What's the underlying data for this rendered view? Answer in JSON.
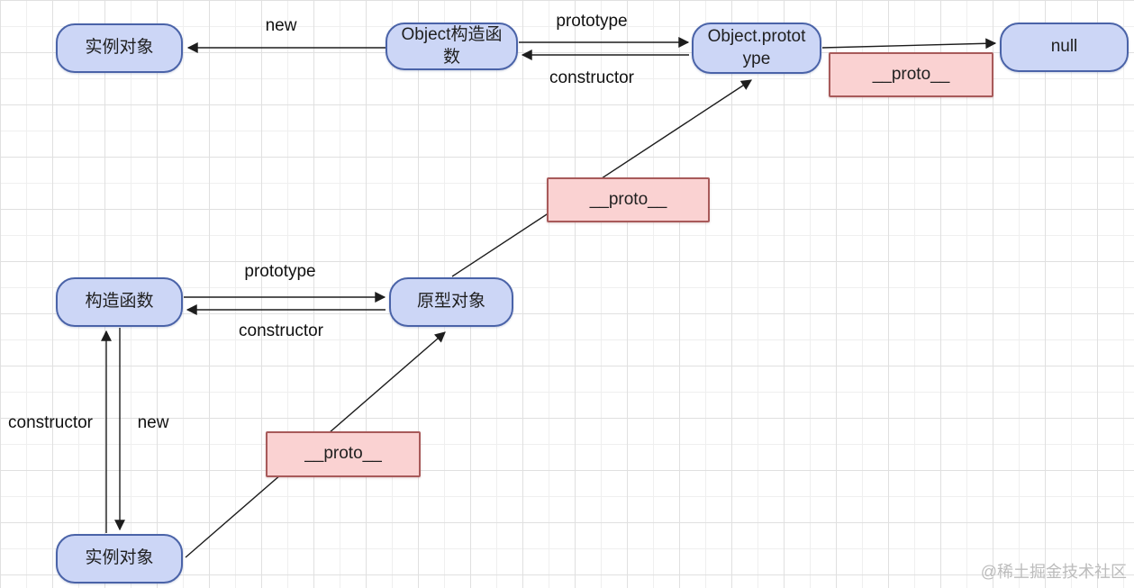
{
  "diagram": {
    "title": "JavaScript prototype chain diagram",
    "nodes": {
      "instance_top": "实例对象",
      "object_constructor": "Object构造函数",
      "object_prototype": "Object.prototype",
      "null_node": "null",
      "constructor_fn": "构造函数",
      "prototype_obj": "原型对象",
      "instance_bottom": "实例对象"
    },
    "proto_boxes": {
      "top": "__proto__",
      "middle": "__proto__",
      "bottom": "__proto__"
    },
    "edge_labels": {
      "new_top": "new",
      "prototype_top": "prototype",
      "constructor_top": "constructor",
      "prototype_mid": "prototype",
      "constructor_mid": "constructor",
      "constructor_vertical": "constructor",
      "new_vertical": "new"
    },
    "colors": {
      "node_fill": "#ccd6f6",
      "node_border": "#4a63a8",
      "proto_fill": "#fad2d2",
      "proto_border": "#a85a5a",
      "edge_stroke": "#1d1d1d",
      "grid_minor": "#efefef",
      "grid_major": "#e0e0e0"
    }
  },
  "watermark": "@稀土掘金技术社区"
}
